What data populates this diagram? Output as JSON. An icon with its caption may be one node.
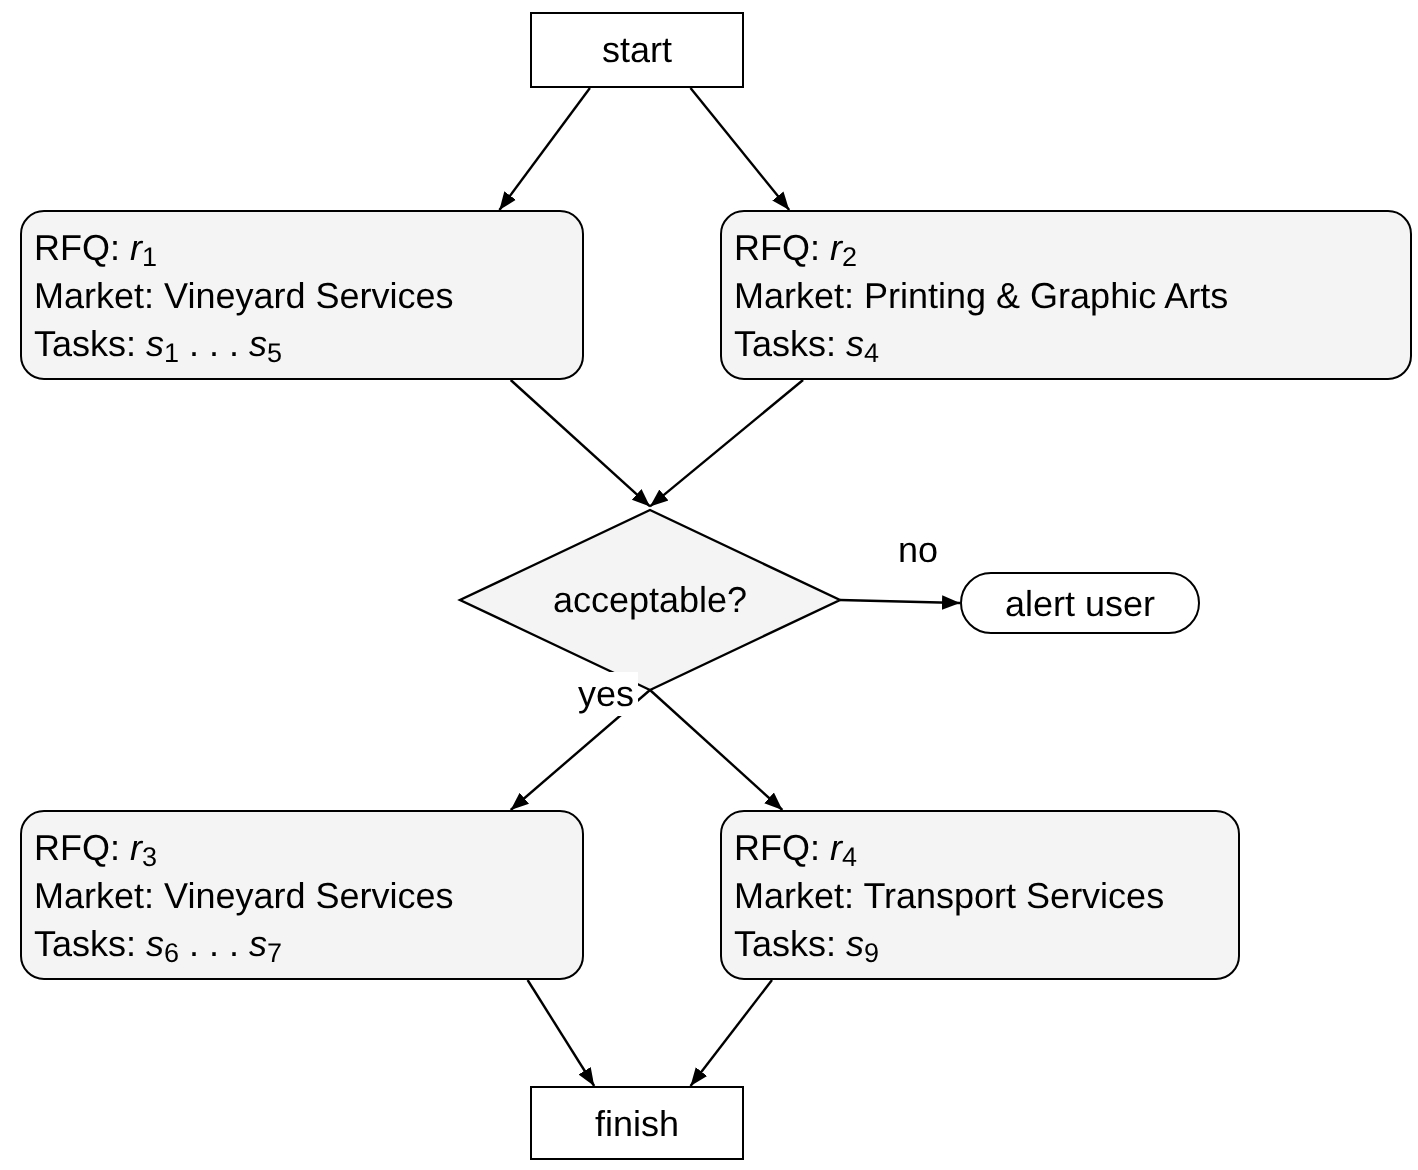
{
  "diagram": {
    "nodes": [
      {
        "text": [
          "start"
        ]
      },
      {
        "text": [
          "RFQ: *r*$_{1}$",
          "Market: Vineyard Services",
          "Tasks: *s*$_{1}$ . . . *s*$_{5}$"
        ]
      },
      {
        "text": [
          "RFQ: *r*$_{2}$",
          "Market: Printing & Graphic Arts",
          "Tasks: *s*$_{4}$"
        ]
      },
      {
        "text": [
          "acceptable?"
        ]
      },
      {
        "text": [
          "alert user"
        ]
      },
      {
        "text": [
          "RFQ: *r*$_{3}$",
          "Market: Vineyard Services",
          "Tasks: *s*$_{6}$ . . . *s*$_{7}$"
        ]
      },
      {
        "text": [
          "RFQ: *r*$_{4}$",
          "Market: Transport Services",
          "Tasks: *s*$_{9}$"
        ]
      },
      {
        "text": [
          "finish"
        ]
      }
    ],
    "edges": [
      {
        "from": 0,
        "to": 1,
        "arrow": "to"
      },
      {
        "from": 0,
        "to": 2,
        "arrow": "to"
      },
      {
        "from": 1,
        "to": 3,
        "arrow": "to"
      },
      {
        "from": 2,
        "to": 3,
        "arrow": "to"
      },
      {
        "from": 3,
        "to": 4,
        "arrow": "to",
        "label": "no"
      },
      {
        "from": 3,
        "to": 5,
        "arrow": "to",
        "label": "yes"
      },
      {
        "from": 3,
        "to": 6,
        "arrow": "to"
      },
      {
        "from": 5,
        "to": 7,
        "arrow": "to"
      },
      {
        "from": 6,
        "to": 7,
        "arrow": "to"
      }
    ]
  }
}
